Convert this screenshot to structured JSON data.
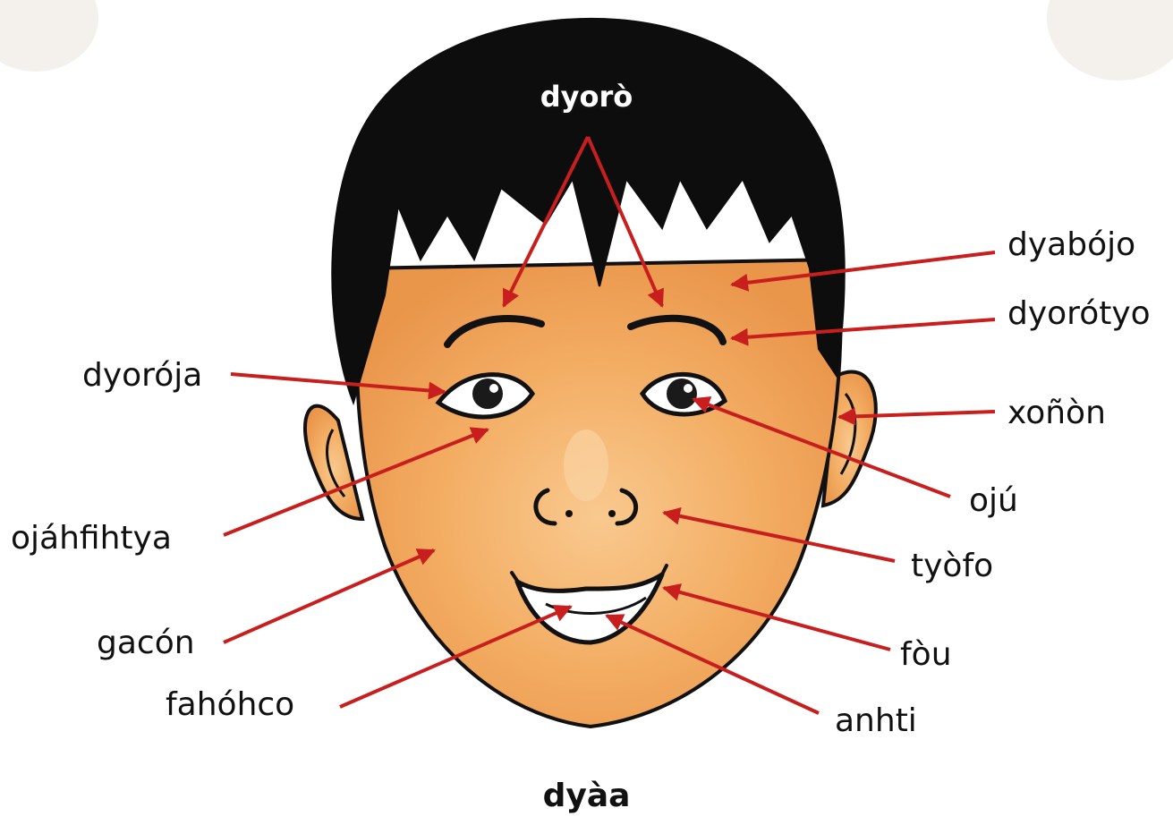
{
  "title": "dyàa",
  "colors": {
    "hair": "#0d0d0d",
    "skin": "#f2a45a",
    "skin_light": "#f8c68e",
    "outline": "#111111",
    "arrow": "#c81e1e",
    "caption": "#111111"
  },
  "labels": {
    "hair": "dyorò",
    "forehead": "dyabójo",
    "eyebrow": "dyorótyo",
    "eyelash": "dyorója",
    "ear": "xoñòn",
    "eye": "ojú",
    "cheekbone": "ojáhfihtya",
    "nose": "tyòfo",
    "cheek": "gacón",
    "mouth": "fòu",
    "lip": "fahóhco",
    "teeth": "anhti"
  }
}
